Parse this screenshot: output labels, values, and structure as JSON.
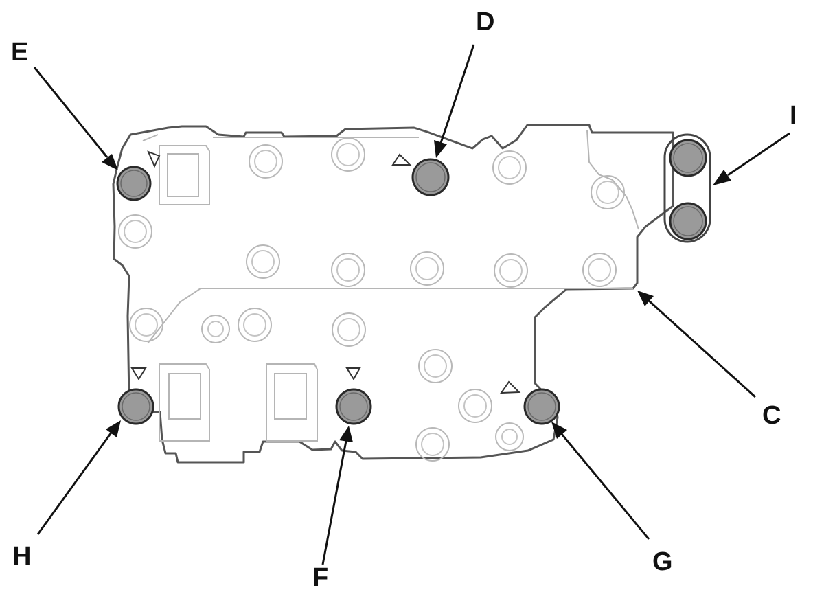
{
  "callouts": {
    "c": "C",
    "d": "D",
    "e": "E",
    "f": "F",
    "g": "G",
    "h": "H",
    "i": "I"
  }
}
